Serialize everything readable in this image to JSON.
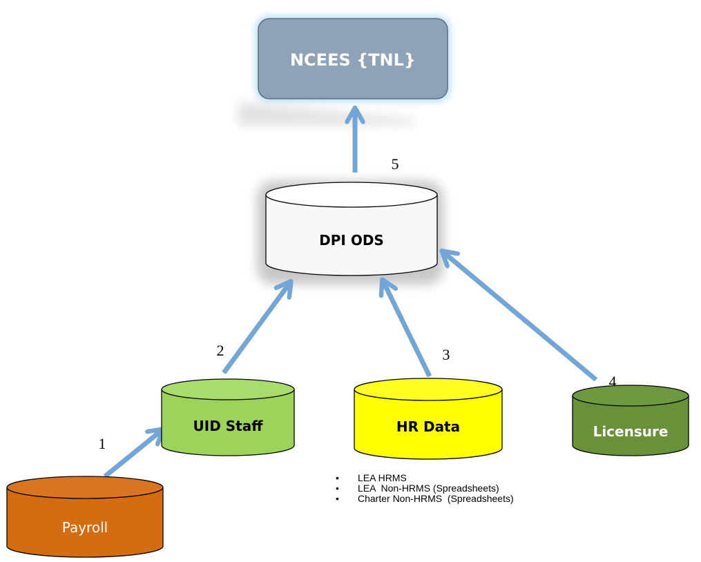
{
  "nodes": {
    "top": {
      "label": "NCEES {TNL}",
      "color": "#8ea2b8"
    },
    "ods": {
      "label": "DPI ODS",
      "color": "#f7f8fa"
    },
    "uid": {
      "label": "UID Staff",
      "color": "#9dd35a"
    },
    "hr": {
      "label": "HR Data",
      "color": "#ffff00"
    },
    "licensure": {
      "label": "Licensure",
      "color": "#69913a"
    },
    "payroll": {
      "label": "Payroll",
      "color": "#d46c12"
    }
  },
  "step_numbers": [
    "1",
    "2",
    "3",
    "4",
    "5"
  ],
  "hr_sources": [
    "LEA HRMS",
    "LEA  Non-HRMS (Spreadsheets)",
    "Charter Non-HRMS  (Spreadsheets)"
  ],
  "arrow_color": "#71a6d7"
}
